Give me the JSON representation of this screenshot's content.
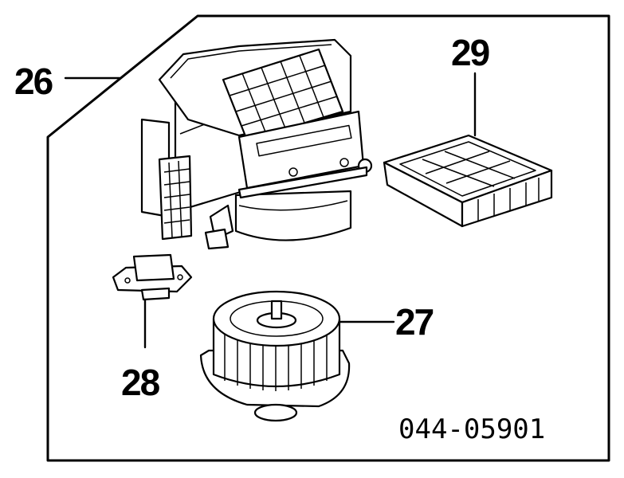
{
  "callouts": {
    "assembly": "26",
    "blower_motor": "27",
    "resistor": "28",
    "filter": "29"
  },
  "diagram_code": "044-05901"
}
